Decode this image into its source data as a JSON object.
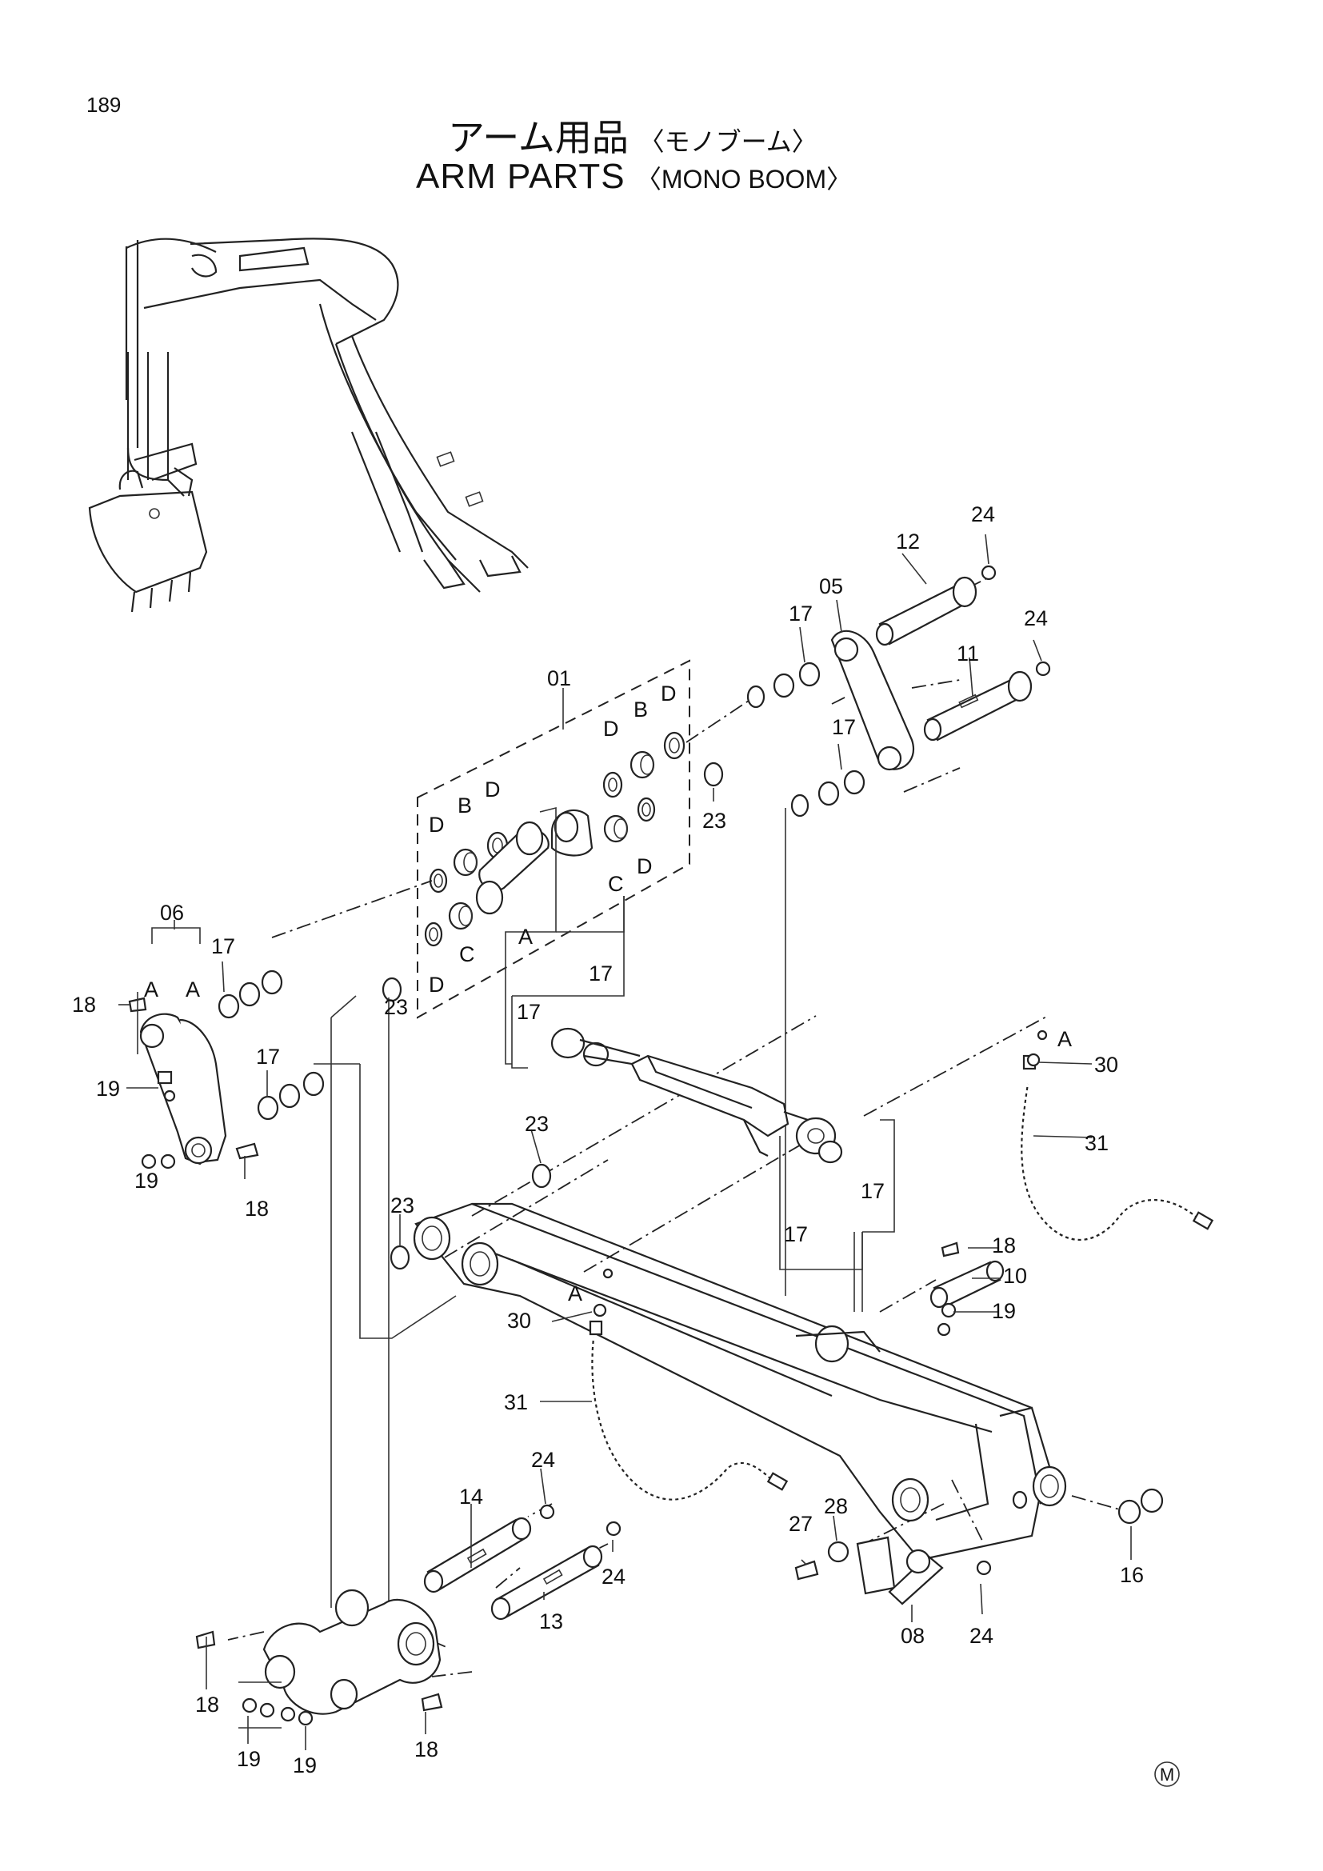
{
  "page": {
    "number": "189",
    "title_jp": "アーム用品",
    "title_jp_sub": "〈モノブーム〉",
    "title_en": "ARM PARTS",
    "title_en_sub": "〈MONO BOOM〉",
    "maker_mark": "M"
  },
  "callouts": {
    "c01": "01",
    "c05": "05",
    "c06": "06",
    "c08": "08",
    "c10": "10",
    "c11": "11",
    "c12": "12",
    "c13": "13",
    "c14": "14",
    "c16": "16",
    "c17": "17",
    "c18": "18",
    "c19": "19",
    "c23": "23",
    "c24": "24",
    "c27": "27",
    "c28": "28",
    "c30": "30",
    "c31": "31",
    "A": "A",
    "B": "B",
    "C": "C",
    "D": "D"
  }
}
